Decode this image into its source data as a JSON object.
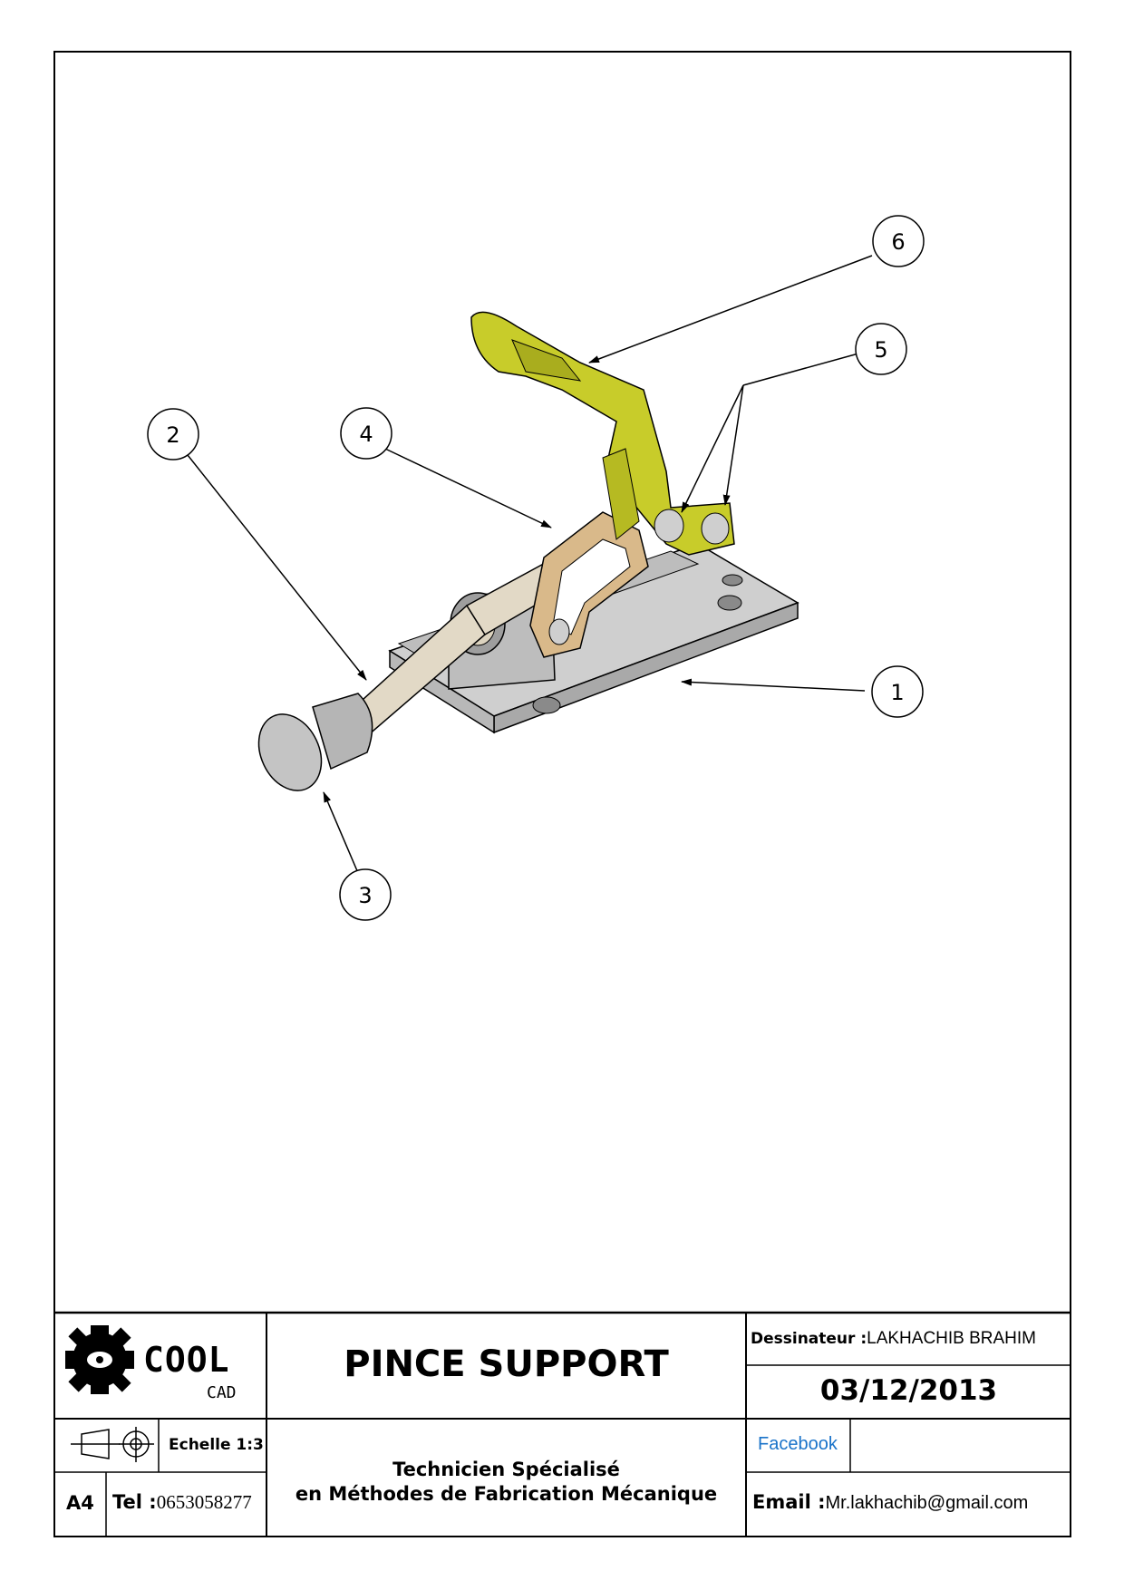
{
  "balloons": [
    "1",
    "2",
    "3",
    "4",
    "5",
    "6"
  ],
  "title_block": {
    "logo": {
      "word": "OOL",
      "prefix": "C",
      "sub": "CAD"
    },
    "title": "PINCE SUPPORT",
    "drafter_label": "Dessinateur :",
    "drafter_name": "LAKHACHIB BRAHIM",
    "date": "03/12/2013",
    "scale": "Echelle 1:3",
    "format": "A4",
    "tel_label": "Tel :",
    "tel_value": "0653058277",
    "subtitle_line1": "Technicien Spécialisé",
    "subtitle_line2": "en Méthodes de Fabrication Mécanique",
    "facebook": "Facebook",
    "email_label": "Email :",
    "email_value": "Mr.lakhachib@gmail.com"
  },
  "colors": {
    "base": "#c9c9c9",
    "handle": "#c8cc2a",
    "link": "#d9b98a",
    "plunger": "#e2d9c6",
    "facebook_link": "#1a73c9"
  }
}
